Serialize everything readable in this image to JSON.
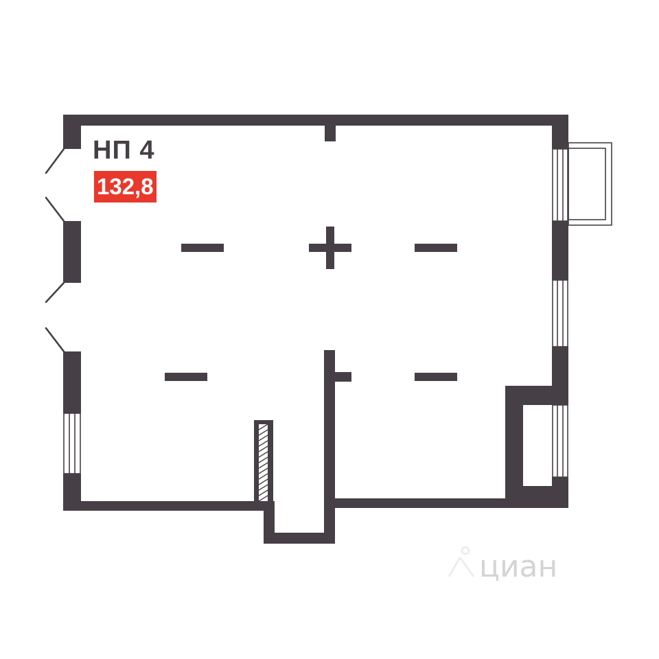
{
  "unit": {
    "name": "НП 4",
    "area": "132,8"
  },
  "watermark": {
    "text": "циан"
  },
  "colors": {
    "wall": "#463f45",
    "badge": "#e8392c",
    "background": "#ffffff"
  }
}
